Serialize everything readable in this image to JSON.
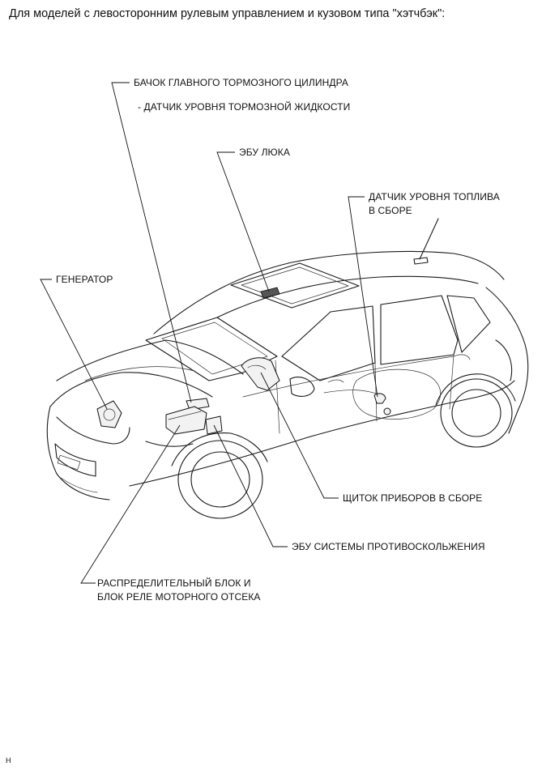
{
  "header": {
    "title": "Для моделей с левосторонним рулевым управлением и кузовом типа \"хэтчбэк\":"
  },
  "callouts": {
    "master_cylinder_line1": "БАЧОК ГЛАВНОГО ТОРМОЗНОГО ЦИЛИНДРА",
    "master_cylinder_line2": "- ДАТЧИК УРОВНЯ ТОРМОЗНОЙ ЖИДКОСТИ",
    "sunroof_ecu": "ЭБУ ЛЮКА",
    "fuel_sender_line1": "ДАТЧИК УРОВНЯ ТОПЛИВА",
    "fuel_sender_line2": "В СБОРЕ",
    "generator": "ГЕНЕРАТОР",
    "combination_meter": "ЩИТОК ПРИБОРОВ В СБОРЕ",
    "skid_control_ecu": "ЭБУ СИСТЕМЫ ПРОТИВОСКОЛЬЖЕНИЯ",
    "relay_block_line1": "РАСПРЕДЕЛИТЕЛЬНЫЙ БЛОК И",
    "relay_block_line2": "БЛОК РЕЛЕ МОТОРНОГО ОТСЕКА"
  },
  "footer": {
    "code": "H"
  },
  "colors": {
    "line": "#111111",
    "background": "#ffffff"
  }
}
